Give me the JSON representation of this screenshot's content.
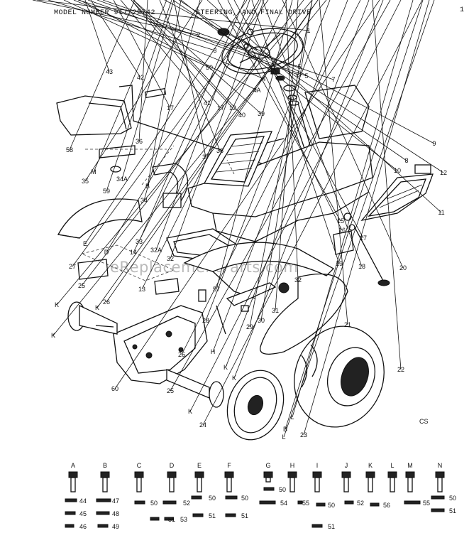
{
  "header": {
    "model": "MODEL NUMBER 917.25742",
    "section": "STEERING, AND FINAL DRIVE",
    "page_mark": "1"
  },
  "watermark": "eReplacementParts.com",
  "corner_code": "CS",
  "callouts": [
    {
      "id": "c1",
      "label": "1"
    },
    {
      "id": "c2",
      "label": "2"
    },
    {
      "id": "c3",
      "label": "3"
    },
    {
      "id": "c50a",
      "label": "50"
    },
    {
      "id": "c4",
      "label": "4"
    },
    {
      "id": "c4a",
      "label": "4A"
    },
    {
      "id": "c5a",
      "label": "5"
    },
    {
      "id": "c6",
      "label": "6"
    },
    {
      "id": "c5b",
      "label": "5"
    },
    {
      "id": "c7",
      "label": "7"
    },
    {
      "id": "c43",
      "label": "43"
    },
    {
      "id": "c42",
      "label": "42"
    },
    {
      "id": "c17a",
      "label": "17"
    },
    {
      "id": "c41",
      "label": "41"
    },
    {
      "id": "c17b",
      "label": "17"
    },
    {
      "id": "c12a",
      "label": "12"
    },
    {
      "id": "c40",
      "label": "40"
    },
    {
      "id": "c39",
      "label": "39"
    },
    {
      "id": "c58",
      "label": "58"
    },
    {
      "id": "c36",
      "label": "36"
    },
    {
      "id": "cM",
      "label": "M"
    },
    {
      "id": "c59",
      "label": "59"
    },
    {
      "id": "c34a",
      "label": "34A"
    },
    {
      "id": "cB1",
      "label": "B"
    },
    {
      "id": "c38",
      "label": "38"
    },
    {
      "id": "c37",
      "label": "37"
    },
    {
      "id": "c9",
      "label": "9"
    },
    {
      "id": "c8",
      "label": "8"
    },
    {
      "id": "c10",
      "label": "10"
    },
    {
      "id": "c12b",
      "label": "12"
    },
    {
      "id": "c11",
      "label": "11"
    },
    {
      "id": "c35",
      "label": "35"
    },
    {
      "id": "c34",
      "label": "34"
    },
    {
      "id": "c15",
      "label": "15"
    },
    {
      "id": "c16",
      "label": "16"
    },
    {
      "id": "c17c",
      "label": "17"
    },
    {
      "id": "c33",
      "label": "33"
    },
    {
      "id": "cE1",
      "label": "E"
    },
    {
      "id": "c32a",
      "label": "32A"
    },
    {
      "id": "cD",
      "label": "D"
    },
    {
      "id": "c14",
      "label": "14"
    },
    {
      "id": "c32b",
      "label": "32"
    },
    {
      "id": "c27",
      "label": "27"
    },
    {
      "id": "c19",
      "label": "19"
    },
    {
      "id": "c18",
      "label": "18"
    },
    {
      "id": "c20",
      "label": "20"
    },
    {
      "id": "c13",
      "label": "13"
    },
    {
      "id": "c57",
      "label": "57"
    },
    {
      "id": "c32c",
      "label": "32"
    },
    {
      "id": "c25a",
      "label": "25"
    },
    {
      "id": "c26a",
      "label": "26"
    },
    {
      "id": "cK1",
      "label": "K"
    },
    {
      "id": "cK2",
      "label": "K"
    },
    {
      "id": "cK3",
      "label": "K"
    },
    {
      "id": "c31",
      "label": "31"
    },
    {
      "id": "c30",
      "label": "30"
    },
    {
      "id": "c29",
      "label": "29"
    },
    {
      "id": "c21",
      "label": "21"
    },
    {
      "id": "c28",
      "label": "28"
    },
    {
      "id": "cH",
      "label": "H"
    },
    {
      "id": "c26b",
      "label": "26"
    },
    {
      "id": "cK4",
      "label": "K"
    },
    {
      "id": "c60",
      "label": "60"
    },
    {
      "id": "cK5",
      "label": "K"
    },
    {
      "id": "c25b",
      "label": "25"
    },
    {
      "id": "cK6",
      "label": "K"
    },
    {
      "id": "c22",
      "label": "22"
    },
    {
      "id": "c24",
      "label": "24"
    },
    {
      "id": "cL1",
      "label": "L"
    },
    {
      "id": "cB2",
      "label": "B"
    },
    {
      "id": "c23",
      "label": "23"
    },
    {
      "id": "cL2",
      "label": "L"
    }
  ],
  "hardware_letters": [
    "A",
    "B",
    "C",
    "D",
    "E",
    "F",
    "G",
    "H",
    "I",
    "J",
    "K",
    "L",
    "M",
    "N"
  ],
  "hardware_items": [
    {
      "id": "h44",
      "label": "44"
    },
    {
      "id": "h45",
      "label": "45"
    },
    {
      "id": "h46",
      "label": "46"
    },
    {
      "id": "h47",
      "label": "47"
    },
    {
      "id": "h48",
      "label": "48"
    },
    {
      "id": "h49",
      "label": "49"
    },
    {
      "id": "h50a",
      "label": "50"
    },
    {
      "id": "h51a",
      "label": "51"
    },
    {
      "id": "h52a",
      "label": "52"
    },
    {
      "id": "h53",
      "label": "53"
    },
    {
      "id": "h50b",
      "label": "50"
    },
    {
      "id": "h51b",
      "label": "51"
    },
    {
      "id": "h50c",
      "label": "50"
    },
    {
      "id": "h51c",
      "label": "51"
    },
    {
      "id": "h50d",
      "label": "50"
    },
    {
      "id": "h54",
      "label": "54"
    },
    {
      "id": "h55a",
      "label": "55"
    },
    {
      "id": "h50e",
      "label": "50"
    },
    {
      "id": "h52b",
      "label": "52"
    },
    {
      "id": "h56",
      "label": "56"
    },
    {
      "id": "h55b",
      "label": "55"
    },
    {
      "id": "h50f",
      "label": "50"
    },
    {
      "id": "h51d",
      "label": "51"
    },
    {
      "id": "h51e",
      "label": "51"
    }
  ]
}
